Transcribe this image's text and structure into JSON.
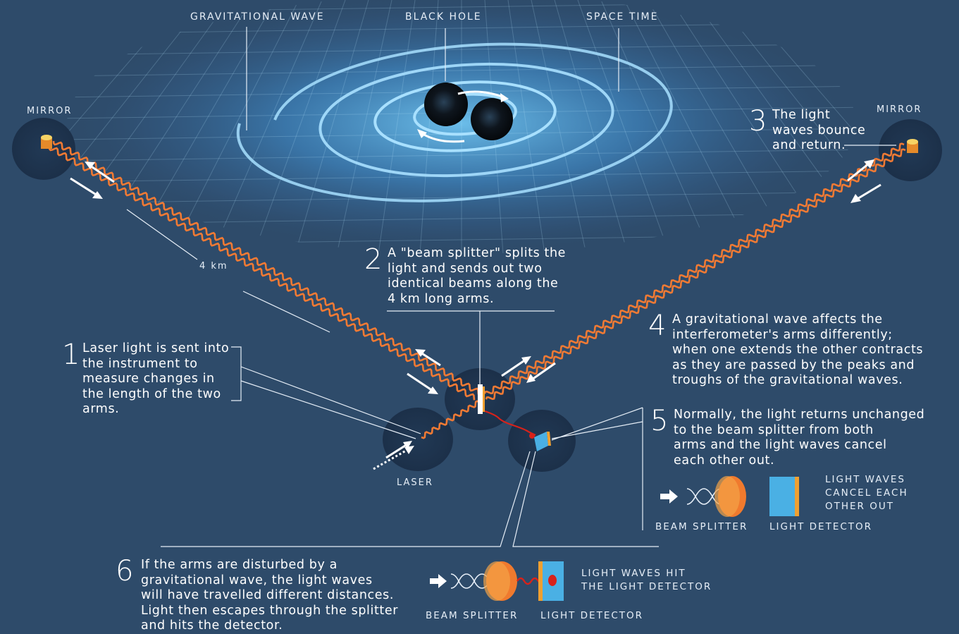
{
  "labels": {
    "gravitational_wave": "GRAVITATIONAL WAVE",
    "black_hole": "BLACK HOLE",
    "space_time": "SPACE TIME",
    "mirror_left": "MIRROR",
    "mirror_right": "MIRROR",
    "distance": "4 km",
    "laser": "LASER"
  },
  "steps": [
    {
      "number": "1",
      "lines": [
        "Laser light is sent into",
        "the instrument to",
        "measure changes in",
        "the length of the two",
        "arms."
      ]
    },
    {
      "number": "2",
      "lines": [
        "A \"beam splitter\" splits the",
        "light and sends out two",
        "identical beams along the",
        "4 km long arms."
      ]
    },
    {
      "number": "3",
      "lines": [
        "The light",
        "waves bounce",
        "and return."
      ]
    },
    {
      "number": "4",
      "lines": [
        "A gravitational wave affects the",
        "interferometer's arms differently;",
        "when one extends the other contracts",
        "as they are passed by the peaks and",
        "troughs of the gravitational waves."
      ]
    },
    {
      "number": "5",
      "lines": [
        "Normally, the light returns unchanged",
        "to the beam splitter from both",
        "arms and the light waves cancel",
        "each other out."
      ]
    },
    {
      "number": "6",
      "lines": [
        "If the arms are disturbed by a",
        "gravitational wave, the light waves",
        "will have travelled different distances.",
        "Light then escapes through the splitter",
        "and hits the detector."
      ]
    }
  ],
  "legend_normal": {
    "beam_splitter": "BEAM SPLITTER",
    "light_detector": "LIGHT DETECTOR",
    "result": [
      "LIGHT WAVES",
      "CANCEL EACH",
      "OTHER OUT"
    ]
  },
  "legend_disturbed": {
    "beam_splitter": "BEAM SPLITTER",
    "light_detector": "LIGHT DETECTOR",
    "result": [
      "LIGHT WAVES HIT",
      "THE LIGHT DETECTOR"
    ]
  },
  "colors": {
    "background": "#2e4b6a",
    "glow": "#5fb3e6",
    "beam": "#f0702a",
    "detector": "#4ab0e4",
    "black_hole": "#0b1016"
  }
}
